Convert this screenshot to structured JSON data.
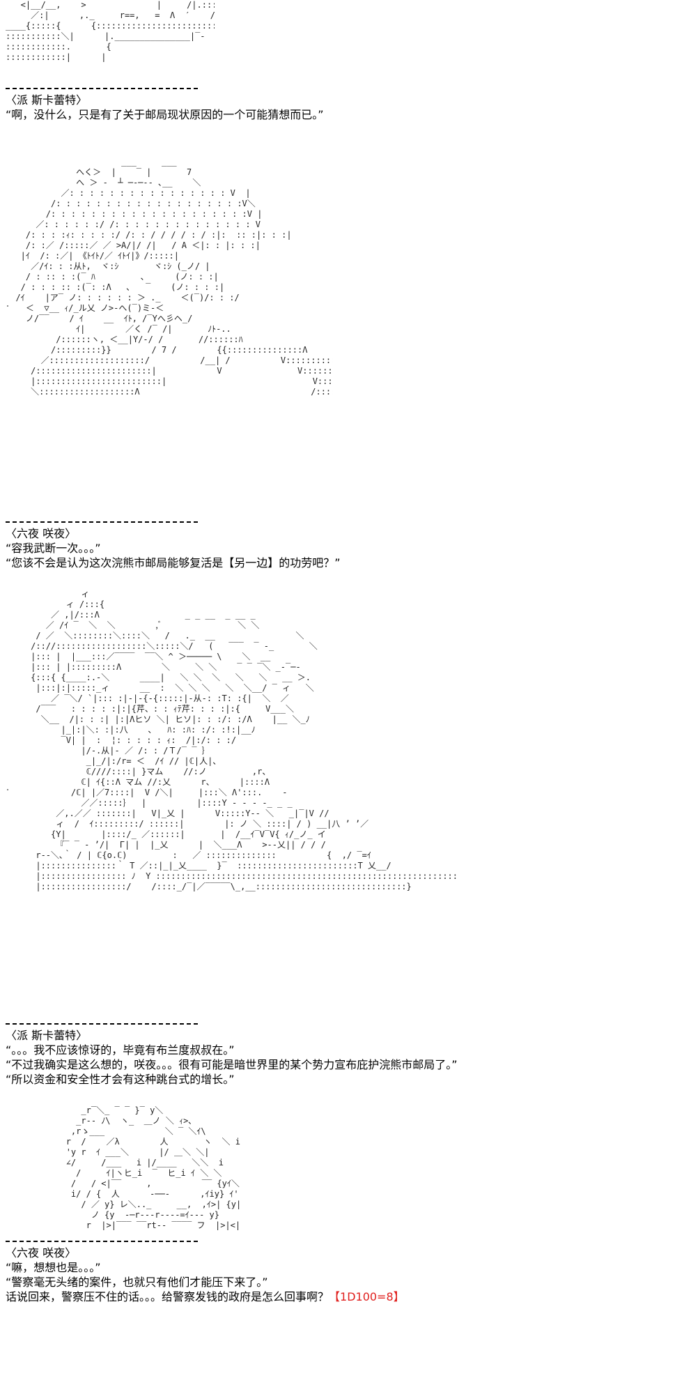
{
  "blocks": [
    {
      "speaker": "〈派 斯卡蕾特〉",
      "lines": [
        "“啊，没什么，只是有了关于邮局现状原因的一个可能猜想而已。”"
      ]
    },
    {
      "speaker": "〈六夜 咲夜〉",
      "lines": [
        "“容我武断一次。。。”",
        "“您该不会是认为这次浣熊市邮局能够复活是【另一边】的功劳吧？”"
      ]
    },
    {
      "speaker": "〈派 斯卡蕾特〉",
      "lines": [
        "“。。。我不应该惊讶的，毕竟有布兰度叔叔在。”",
        "“不过我确实是这么想的，咲夜。。。很有可能是暗世界里的某个势力宣布庇护浣熊市邮局了。”",
        "“所以资金和安全性才会有这种跳台式的增长。”"
      ]
    },
    {
      "speaker": "〈六夜 咲夜〉",
      "lines": [
        "“嘛，想想也是。。。”",
        "“警察毫无头绪的案件，也就只有他们才能压下来了。”"
      ],
      "last_line": " 话说回来，警察压不住的话。。。给警察发钱的政府是怎么回事啊？",
      "dice": "【1D100=8】"
    }
  ],
  "art": [
    "   <|__/__,    >              |     /|.:::Y/ア\n     ／:|      ,._     r==,   =  Λ  ′    /|/イ\n____{:::::{      {::::::::::::::::::::::::::::::_|   /\n:::::::::::＼|      |._______________|‾-  ′\n::::::::::::.       {                      |\n::::::::::::|      |                      ＼",
    "                       ___     ___\n              へく＞  |    ‾ |       7\n              へ ＞ -  ┴ ─‐─‐- ､__    ＼\n           ／: : : : : : : : : : : : : : : : V  |\n         /: : : : : : : : : : : : : : : : : : :V＼\n        /: : : : : : : : : : : : : : : : : : : :V |\n      ／: : : : : :/ /: : : : : : : : : : : : : : V\n    /: : : :ｨ: : : : :/ /: : / / / / : / :|:  :: :|: : :|\n    /: :／ /:::::／ ／ >A/|/ /|   / A ＜|: : |: : :|\n   |ｲ  /: :／| 《ﾄｲﾄ/／ ｲﾄｲ|》/:::::|\n     ／/ｲ: : :从ﾄ,  ヾ:ｼ       ヾ:ｼ (_ノ/ |\n    / : :: : :(‾ ﾊ         ､      (ノ: : :|\n   / : : : :: :(‾: :Λ   ､   ‾    (ノ: : : :|\n  /ｲ    |ア‾ ノ: : : : : : ＞ ._    ＜(‾)/: : :/\n    ＜  ▽__ ｨ/_ル乂 ノ>‐へ(‾)ミ‐＜ \n    ノ/‾‾    / ｲ    __  ｲﾄ, /‾Yへ彡ヘ_/\n              ｲ|        ／く /‾ /|       ﾉﾄ‐..\n          /::::::ヽ, ＜__|Y/-/ /       //::::::ﾊ\n         /:::::::::}}        / 7 /        {{:::::::::::::::Λ\n       ／:::::::::::::::::::/          /__| /          V:::::::::::::::::＼\n     /:::::::::::::::::::::::|            V               V::::::::::::::::::::＼\n     |:::::::::::::::::::::::::|                             V::::::::::::::::::::::|\n     ＼:::::::::::::::::::Λ                                  /::::::::::::::::::::|",
    "               ィ\n            ィ /:::{\n         ／ ,|/:::Λ                 _ _ __  _ __ _\n        ／ /ｲ ‾  ＼  ＼        ,ﾞ               ＼ ＼\n      / ／  ＼::::::::＼::::＼   /   ._  __                ＼\n     /:://::::::::::::::::::＼:::::＼/   (   ‾‾‾  ‾ -_       ＼\n     |::: |  |___:::／‾‾‾‾  ‾‾＼ ^ ＞───── \\    ＼  __\n     |::: | |:::::::::Λ        ＼     ＼ ＼    ‾ ‾ ‾＼ _‐‾─‐ \n     {:::{ {____:.-＼      ____|   ＼ ＼  ＼   ＼   ＼   __ ＞.\n      |:::|:|:::::_ィ      __  :  ＼ ＼ ＼   ＼  ＼__/ ‾ ィ   ＼\n         ／ ‾＼/ `|::: :|‐|‐{‐{:::::|‐从‐: :T: :{|  ＼  ／\n      /‾‾‾   : : : : :|:|{芹、: : ｨﾃ芹: : : :|:{     V___＼\n       ＼__  /|: : :| |:|Λヒソ ＼| ヒソ|: : :/: :/Λ    |__ ＼_ﾉ\n           |_|:|＼: :|:八    ､   ﾊ: :ﾊ: :/: :!:|__ﾉ\n           ‾V| |  :  ¦: : : : : ｨ:  /|:/: : :/\n               |/-.从|‐ ／ /: : /Ｔ/‾ ‾ ｝\n                _|_/|:/r= ＜  /ｲ // |ℂ|人|、\n                ℂ////::::| }マム    //:ノ         ,r、\n               ℂ| ｲ{::Λ マム //:乂      r、     |::::Λ\n             /ℂ| |／7::::|  V /＼|     |:::＼ Λ':::.    ‐\n               ／／:::::｝  |          |::::Y ‐ ‐ ‐ ‐_ _ _\n          ／,.／／ :::::::|   V|_乂 |      V:::::Y-- ＼   _|‾|V //\n          ィ  /  ｲ:::::::::/ ::::::|        |: ノ ＼ ::::| / ) __|八 ’ ’／\n         {Y|       |::::/_ ／::::::|       |  /__ｲ‾V‾V{ ｨ/_ノ_ イ\n          『‾ ‾ - ’/|  Γ| |  |_乂      |  ＼___Λ    >‐‐乂|| / / /\n      r-‐＼､｀ / | ℂ{o.ℂ)         :   ／ ::::::::::::::          {  ,/ ‾=ｲ\n      |:::::::::::::::｀ T ／::|_|_乂____  }‾  ::::::::::::::::::::::::T 乂__/\n      |::::::::::::::::: ﾉ  Y :::::::::::::::::::::::::::::::::::::::::::::::::::::::::::::::}\n      |:::::::::::::::::/    /::::_/‾|／‾‾‾‾‾\\_,__::::::::::::::::::::::::::::::}",
    "               _r‾＼_ ‾ ‾ }‾ y＼\n              _r‐‐ ﾉ\\  ヽ_  ＿ノ ＼ ｨ>､\n             ,rゝ___            ＼ ‾ ＼ｲ\\\n            r  /    ／λ        人       ヽ  ＼ i\n            'y r  ｲ ___＼      |/ ＿＼ ＼|\n            ∠/     /___   i |/____   ＼＼  i\n              /     ｲ|ヽヒ_i  ‾  ヒ_i ｲ ＼ ＼\n             /   / <|‾‾     ,          ‾‾ {yｲ＼  >\n             i/ / {  人      ‐──‐      ,ｲiy} ｲ' /!\n               / ／ y} レ＼.._     __,  ,ｲ>| {y|レV\n                 ノ {y  ‐─r‐‐‐r‐‐‐‐=ｲ‐‐‐ y}\n                r  |>|‾‾‾ ‾‾rt‐‐ ‾‾‾‾ フ  |>|<|   ‾＼、"
  ]
}
